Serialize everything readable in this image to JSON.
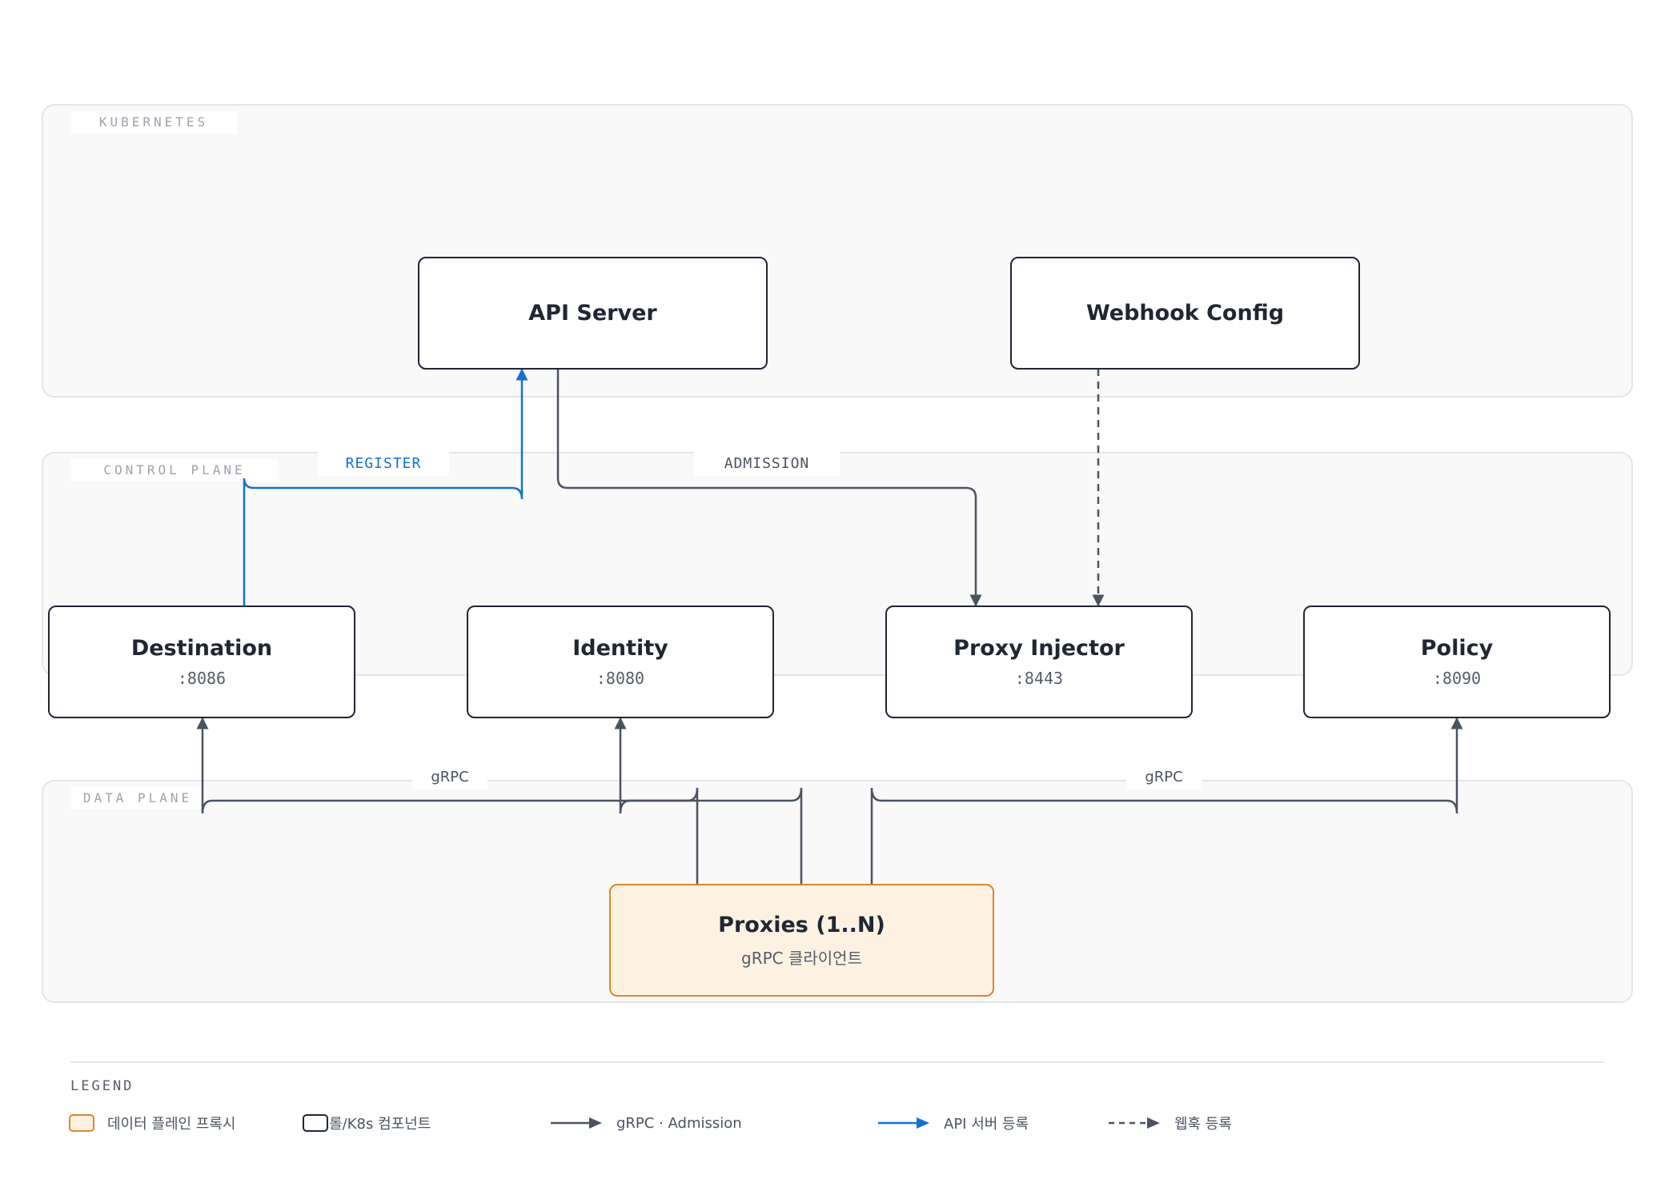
{
  "regions": {
    "kubernetes": "KUBERNETES",
    "control_plane": "CONTROL PLANE",
    "data_plane": "DATA PLANE"
  },
  "nodes": {
    "api_server": {
      "title": "API Server"
    },
    "webhook_config": {
      "title": "Webhook Config"
    },
    "destination": {
      "title": "Destination",
      "port": ":8086"
    },
    "identity": {
      "title": "Identity",
      "port": ":8080"
    },
    "proxy_injector": {
      "title": "Proxy Injector",
      "port": ":8443"
    },
    "policy": {
      "title": "Policy",
      "port": ":8090"
    },
    "proxies": {
      "title": "Proxies (1..N)",
      "subtitle": "gRPC 클라이언트"
    }
  },
  "edges": {
    "register": "REGISTER",
    "admission": "ADMISSION",
    "grpc_left": "gRPC",
    "grpc_right": "gRPC"
  },
  "legend": {
    "title": "LEGEND",
    "items": [
      {
        "label": "데이터 플레인 프록시",
        "kind": "proxy-swatch"
      },
      {
        "label": "컨트롤/K8s 컴포넌트",
        "kind": "node-swatch"
      },
      {
        "label": "gRPC · Admission",
        "kind": "gray-arrow"
      },
      {
        "label": "API 서버 등록",
        "kind": "blue-arrow"
      },
      {
        "label": "웹훅 등록",
        "kind": "dashed-arrow"
      }
    ]
  },
  "colors": {
    "edge_gray": "#4b5360",
    "edge_blue": "#1670d0",
    "proxy_border": "#e2832a",
    "proxy_fill": "#fdf2e2",
    "node_border": "#1f2733",
    "region_fill": "#f9f9f9"
  }
}
